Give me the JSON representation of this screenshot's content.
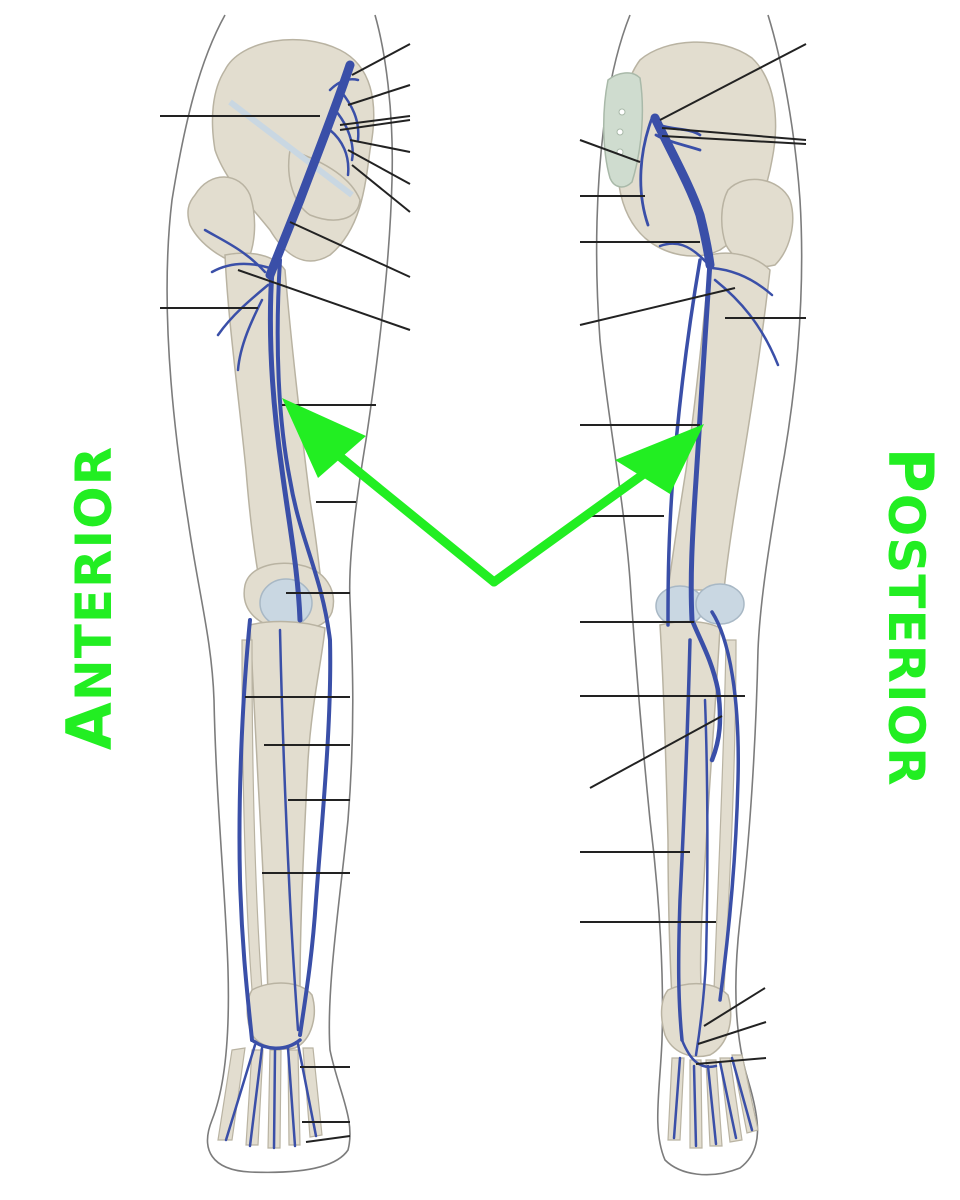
{
  "labels": {
    "anterior_initial": "A",
    "anterior_rest": "NTERIOR",
    "posterior_initial": "P",
    "posterior_rest": "OSTERIOR"
  },
  "colors": {
    "label_green": "#22ee22",
    "arrow_green": "#22ee22",
    "vein_blue": "#3a4fa8",
    "bone": "#e2ddcf",
    "bone_edge": "#b9b3a2",
    "cartilage": "#c9d7e2",
    "sacrum": "#cfdccf",
    "skin_outline": "#7c7c7c",
    "leader_line": "#222222"
  },
  "icons": {
    "arrow_left": "green-arrow-pointing-up-left",
    "arrow_right": "green-arrow-pointing-up-right"
  }
}
